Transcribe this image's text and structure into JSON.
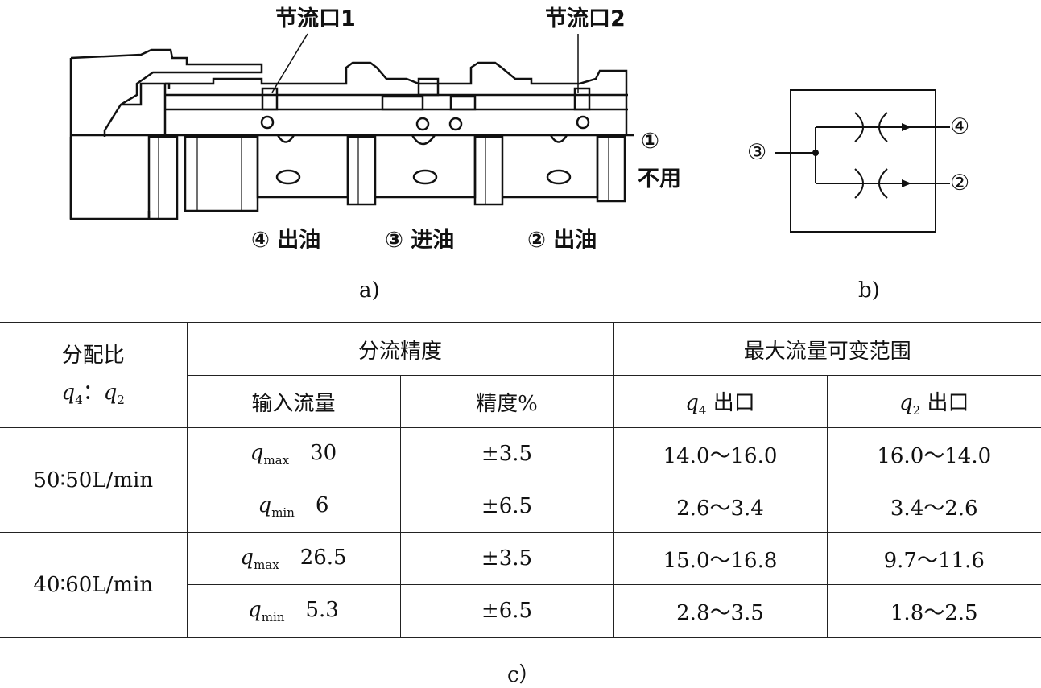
{
  "figure_a": {
    "label_throttle_1": "节流口1",
    "label_throttle_2": "节流口2",
    "label_unused": "不用",
    "label_port1": "①",
    "label_port4": "④ 出油",
    "label_port3": "③ 进油",
    "label_port2": "② 出油",
    "caption": "a)"
  },
  "figure_b": {
    "port3": "③",
    "port4": "④",
    "port2": "②",
    "caption": "b)"
  },
  "table": {
    "h_ratio": "分配比",
    "h_ratio_q4": "q",
    "h_ratio_q4_sub": "4",
    "h_ratio_colon": "：",
    "h_ratio_q2": "q",
    "h_ratio_q2_sub": "2",
    "h_accuracy": "分流精度",
    "h_range": "最大流量可变范围",
    "h_input": "输入流量",
    "h_precision": "精度%",
    "h_out4_q": "q",
    "h_out4_sub": "4",
    "h_out4_text": "出口",
    "h_out2_q": "q",
    "h_out2_sub": "2",
    "h_out2_text": "出口",
    "groups": [
      {
        "ratio": "50∶50L/min",
        "rows": [
          {
            "q": "q",
            "sub": "max",
            "input": "30",
            "precision": "±3.5",
            "q4": "14.0～16.0",
            "q2": "16.0～14.0"
          },
          {
            "q": "q",
            "sub": "min",
            "input": "6",
            "precision": "±6.5",
            "q4": "2.6～3.4",
            "q2": "3.4～2.6"
          }
        ]
      },
      {
        "ratio": "40∶60L/min",
        "rows": [
          {
            "q": "q",
            "sub": "max",
            "input": "26.5",
            "precision": "±3.5",
            "q4": "15.0～16.8",
            "q2": "9.7～11.6"
          },
          {
            "q": "q",
            "sub": "min",
            "input": "5.3",
            "precision": "±6.5",
            "q4": "2.8～3.5",
            "q2": "1.8～2.5"
          }
        ]
      }
    ],
    "caption": "c）"
  }
}
